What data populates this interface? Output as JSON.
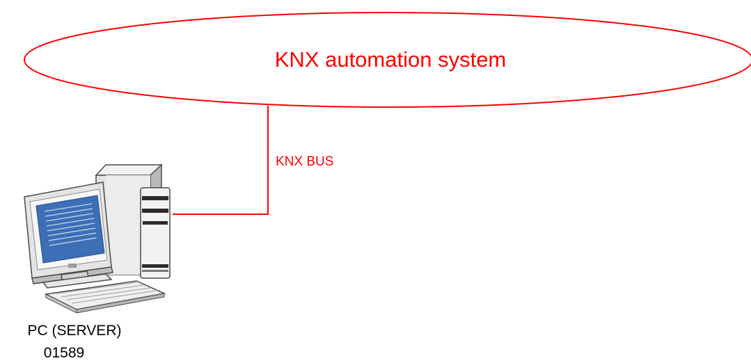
{
  "colors": {
    "accent": "#ff0000",
    "text_dark": "#000000",
    "screen": "#3d6fb6"
  },
  "diagram": {
    "system": {
      "label": "KNX automation system",
      "shape": "ellipse"
    },
    "bus": {
      "label": "KNX BUS"
    },
    "pc": {
      "icon": "desktop-computer-icon",
      "name": "PC (SERVER)",
      "code": "01589"
    }
  }
}
